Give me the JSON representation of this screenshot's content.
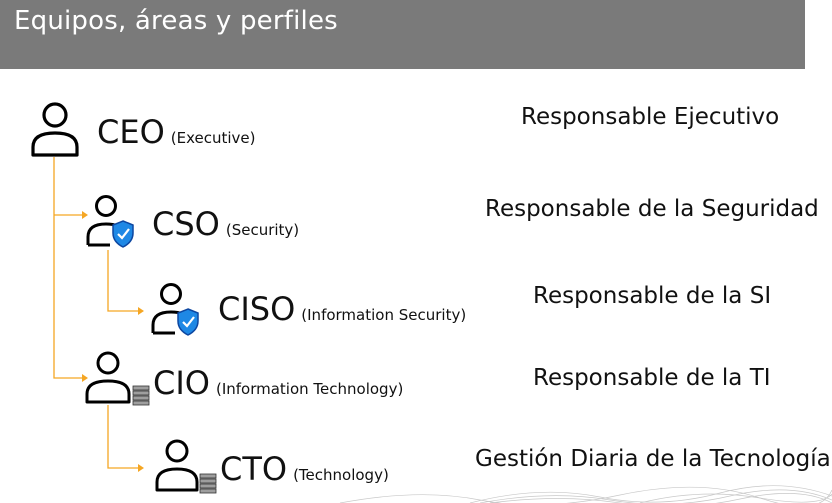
{
  "header": {
    "title": "Equipos, áreas y perfiles"
  },
  "roles": [
    {
      "code": "CEO",
      "desc": "(Executive)",
      "responsibility": "Responsable Ejecutivo",
      "icon": "user-icon"
    },
    {
      "code": "CSO",
      "desc": "(Security)",
      "responsibility": "Responsable de la Seguridad",
      "icon": "user-shield-icon"
    },
    {
      "code": "CISO",
      "desc": "(Information Security)",
      "responsibility": "Responsable de la SI",
      "icon": "user-shield-icon"
    },
    {
      "code": "CIO",
      "desc": "(Information Technology)",
      "responsibility": "Responsable de la TI",
      "icon": "user-server-icon"
    },
    {
      "code": "CTO",
      "desc": "(Technology)",
      "responsibility": "Gestión Diaria de la Tecnología",
      "icon": "user-server-icon"
    }
  ],
  "colors": {
    "header": "#7a7a7a",
    "connector": "#f5a623",
    "shield": "#1e88e5"
  }
}
